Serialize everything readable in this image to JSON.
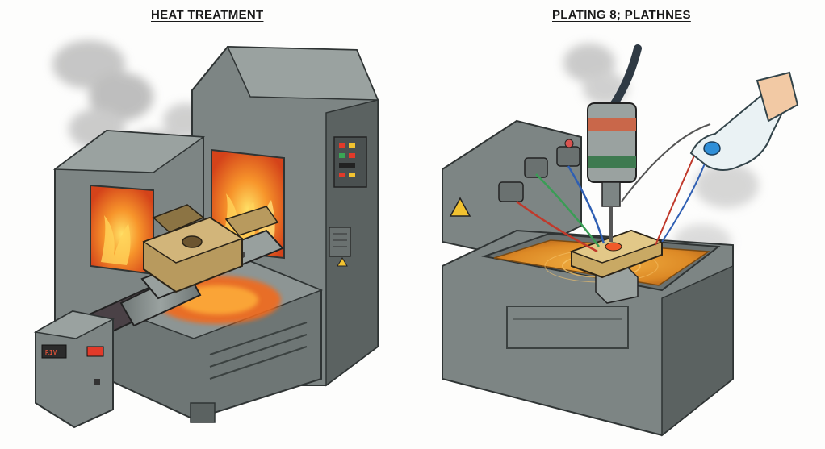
{
  "panels": [
    {
      "title": "HEAT TREATMENT",
      "control_box_readout": "RIV"
    },
    {
      "title": "PLATING 8; PLATHNES"
    }
  ],
  "colors": {
    "machine_body": "#7d8584",
    "machine_dark": "#5b6261",
    "flame": "#f08a2a",
    "molten": "#f26a1e",
    "brass_part": "#b89a5e",
    "plating_bath": "#e0952c",
    "warning": "#f2c230",
    "glove": "#eaf2f4"
  },
  "icons": {
    "warning_sign": "warning-triangle-icon"
  }
}
